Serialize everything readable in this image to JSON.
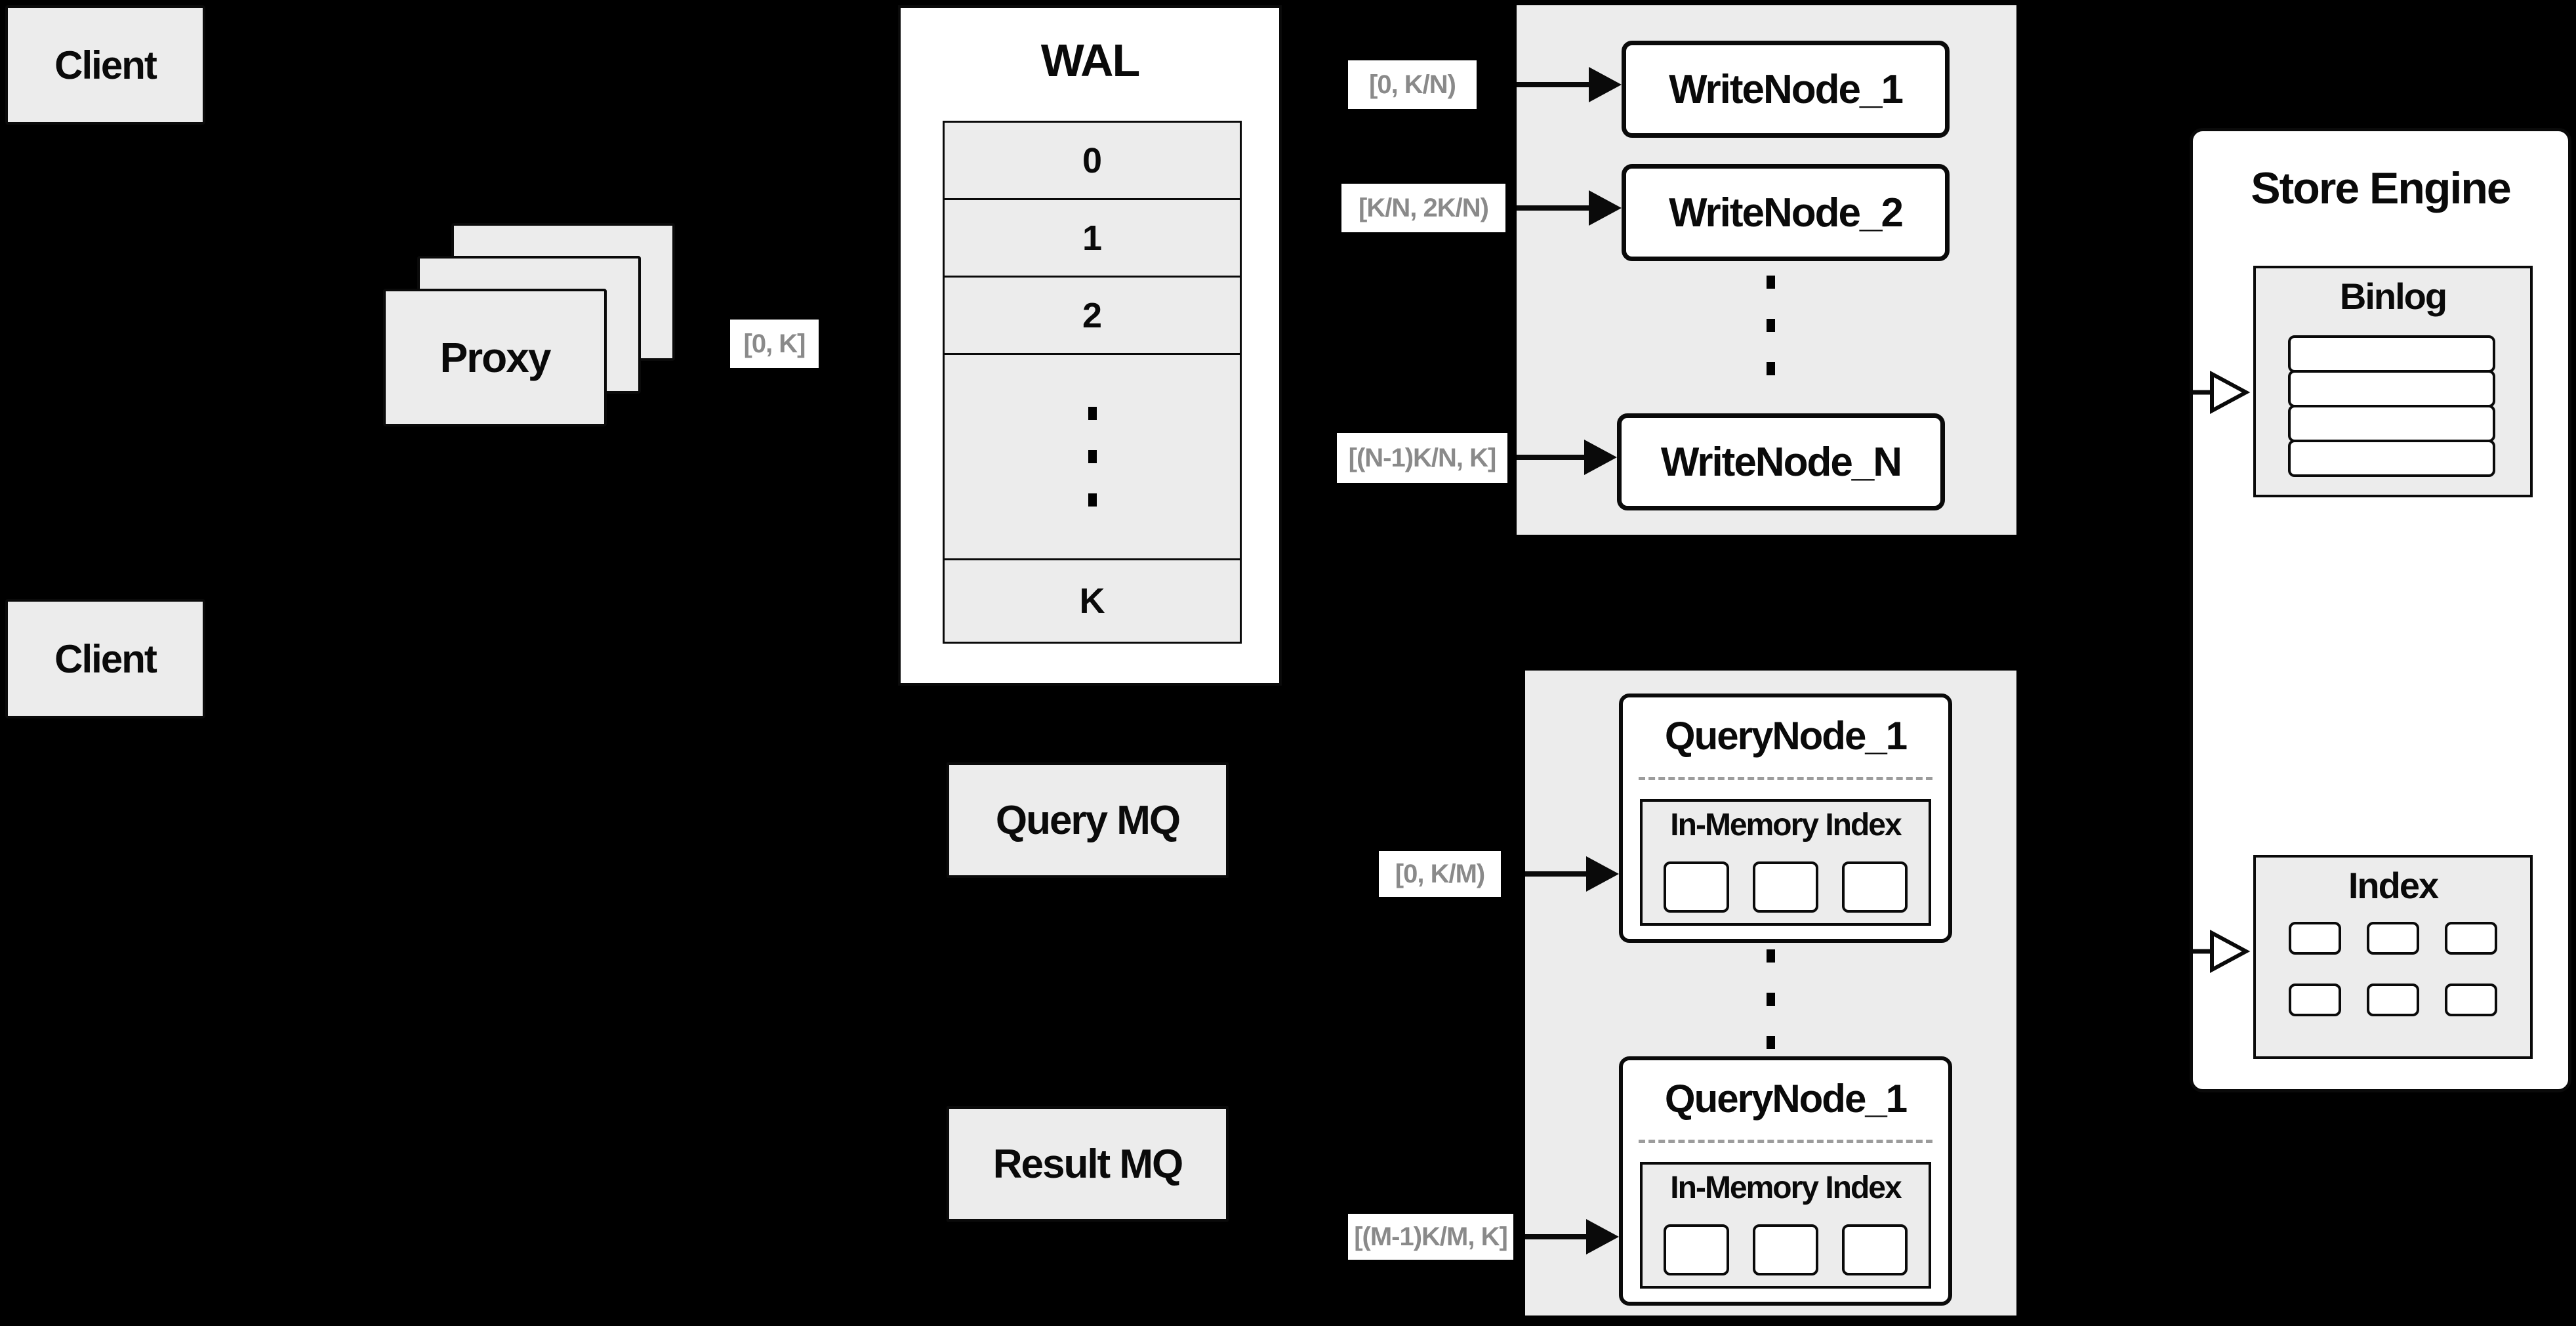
{
  "colors": {
    "background": "#000000",
    "panel_gray": "#ececec",
    "card_white": "#ffffff",
    "line_black": "#0a0a0a",
    "muted_text": "#8a8a8a"
  },
  "diagram": {
    "client_top": "Client",
    "client_bottom": "Client",
    "proxy": "Proxy",
    "wal": {
      "title": "WAL",
      "rows": [
        "0",
        "1",
        "2"
      ],
      "last_row": "K"
    },
    "range_labels": {
      "proxy_to_wal": "[0, K]",
      "to_write_node_1": "[0, K/N)",
      "to_write_node_2": "[K/N, 2K/N)",
      "to_write_node_n": "[(N-1)K/N, K]",
      "to_query_node_1": "[0, K/M)",
      "to_query_node_m": "[(M-1)K/M, K]"
    },
    "write_nodes": [
      "WriteNode_1",
      "WriteNode_2",
      "WriteNode_N"
    ],
    "query_mq": "Query MQ",
    "result_mq": "Result MQ",
    "query_nodes": [
      {
        "title": "QueryNode_1",
        "index_title": "In-Memory Index"
      },
      {
        "title": "QueryNode_1",
        "index_title": "In-Memory Index"
      }
    ],
    "store_engine": {
      "title": "Store Engine",
      "binlog_title": "Binlog",
      "index_title": "Index"
    }
  }
}
